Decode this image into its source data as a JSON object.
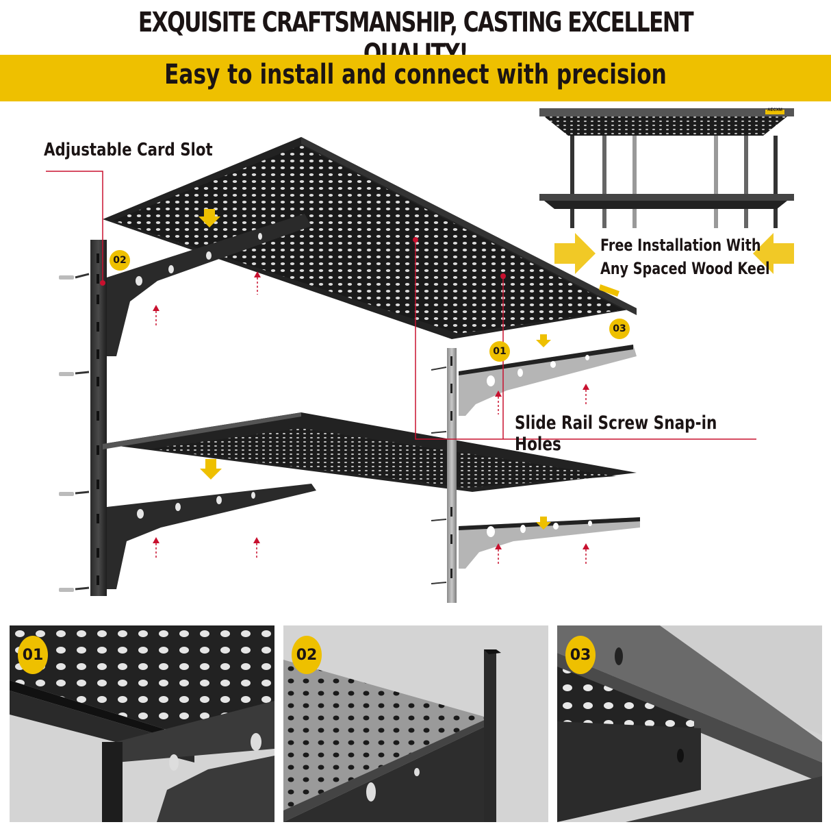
{
  "header": {
    "title": "EXQUISITE CRAFTSMANSHIP, CASTING EXCELLENT QUALITY!",
    "subtitle": "Easy to install and connect with precision"
  },
  "callouts": {
    "card_slot": "Adjustable Card Slot",
    "slide_rail": "Slide Rail Screw Snap-in Holes",
    "free_install_line1": "Free Installation With",
    "free_install_line2": "Any Spaced Wood Keel"
  },
  "brand_label": "AECXM",
  "badges": {
    "b01": "01",
    "b02": "02",
    "b03": "03"
  },
  "detail_panels": [
    {
      "badge": "01"
    },
    {
      "badge": "02"
    },
    {
      "badge": "03"
    }
  ],
  "colors": {
    "accent_yellow": "#eec000",
    "callout_red": "#c8102e",
    "text_dark": "#1b1414",
    "metal_dark": "#1e1e1e",
    "panel_bg": "#d4d4d4"
  }
}
